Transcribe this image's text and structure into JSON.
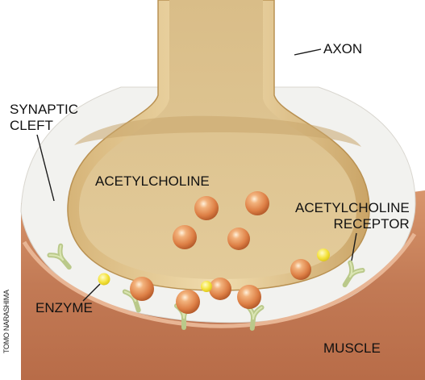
{
  "labels": {
    "axon": "AXON",
    "synaptic_cleft": [
      "SYNAPTIC",
      "CLEFT"
    ],
    "acetylcholine": "ACETYLCHOLINE",
    "acetylcholine_receptor": [
      "ACETYLCHOLINE",
      "RECEPTOR"
    ],
    "enzyme": "ENZYME",
    "muscle": "MUSCLE"
  },
  "credit": "TOMO NARASHIMA",
  "colors": {
    "axon_fill": "#dcc08c",
    "axon_rim": "#c9a563",
    "cleft": "#f3f3f1",
    "muscle": "#c27a55",
    "vesicle": "#e08a4c",
    "receptor": "#c8d49a",
    "enzyme": "#f3e23c",
    "leader_line": "#1a1a1a"
  }
}
